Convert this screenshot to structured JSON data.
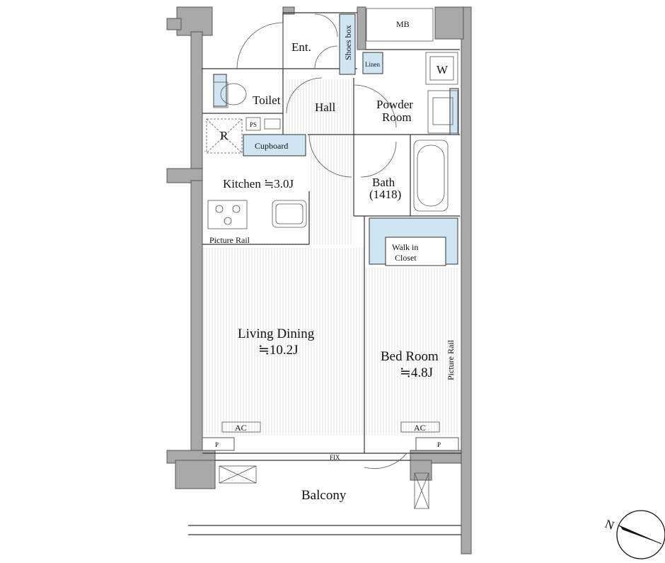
{
  "plan": {
    "rooms": {
      "entrance": "Ent.",
      "shoes_box": "Shoes box",
      "mb": "MB",
      "linen": "Linen",
      "washer": "W",
      "toilet": "Toilet",
      "hall": "Hall",
      "powder_room_line1": "Powder",
      "powder_room_line2": "Room",
      "refrigerator": "R",
      "ps": "PS",
      "cupboard": "Cupboard",
      "kitchen": "Kitchen ≒3.0J",
      "bath_line1": "Bath",
      "bath_line2": "(1418)",
      "picture_rail_kitchen": "Picture Rail",
      "walk_in_line1": "Walk in",
      "walk_in_line2": "Closet",
      "living_line1": "Living Dining",
      "living_line2": "≒10.2J",
      "bed_line1": "Bed Room",
      "bed_line2": "≒4.8J",
      "picture_rail_bed": "Picture Rail",
      "ac_left": "AC",
      "ac_right": "AC",
      "p_left": "P",
      "p_right": "P",
      "fix": "FIX",
      "balcony": "Balcony"
    },
    "compass": {
      "north": "N"
    }
  }
}
